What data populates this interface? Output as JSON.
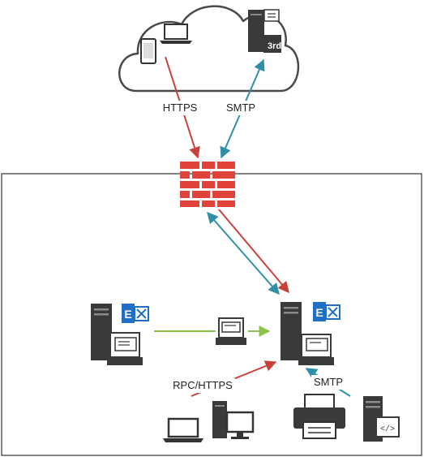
{
  "labels": {
    "https": "HTTPS",
    "smtp_top": "SMTP",
    "rpc_https": "RPC/HTTPS",
    "smtp_bottom": "SMTP",
    "third_party": "3rd"
  },
  "colors": {
    "server": "#3a3a3a",
    "firewall": "#e0433a",
    "https_arrow": "#c9413b",
    "smtp_arrow": "#2e8fa6",
    "internal_arrow": "#8bc24a",
    "exchange_blue": "#1f6fc4",
    "cloud_stroke": "#4a4a4a"
  },
  "icons": [
    "cloud-icon",
    "phone-icon",
    "laptop-icon",
    "third-party-mail-server-icon",
    "firewall-icon",
    "exchange-server-icon",
    "mail-queue-icon",
    "desktop-computer-icon",
    "printer-icon",
    "application-server-icon"
  ]
}
